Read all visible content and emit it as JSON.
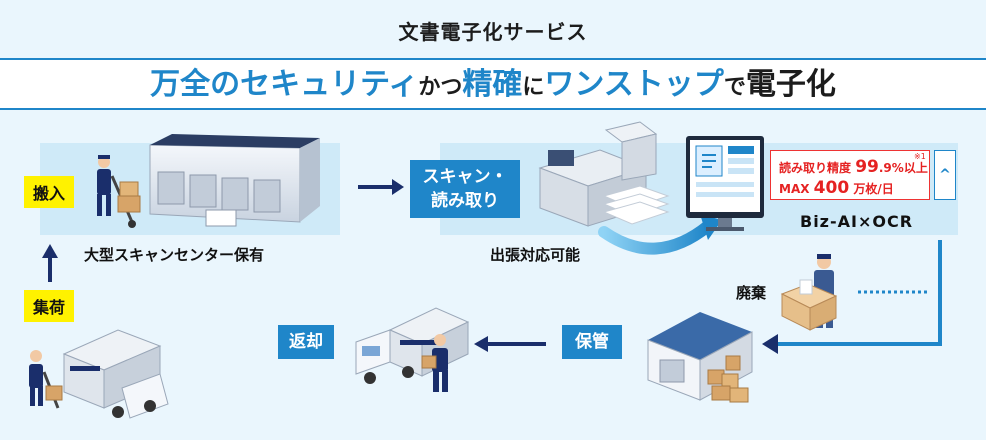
{
  "header": {
    "title": "文書電子化サービス"
  },
  "headline": {
    "part1": "万全のセキュリティ",
    "part2": "かつ",
    "part3": "精確",
    "part4": "に",
    "part5": "ワンストップ",
    "part6": "で",
    "part7": "電子化"
  },
  "steps": {
    "carry_in": "搬入",
    "scan_line1": "スキャン・",
    "scan_line2": "読み取り",
    "collection": "集荷",
    "return": "返却",
    "storage": "保管",
    "disposal": "廃棄"
  },
  "captions": {
    "scan_center": "大型スキャンセンター保有",
    "onsite": "出張対応可能"
  },
  "ocr_info": {
    "accuracy_label": "読み取り精度",
    "accuracy_value": "99",
    "accuracy_decimal": ".9%",
    "accuracy_suffix": "以上",
    "note_mark": "※1",
    "max_label": "MAX",
    "max_value": "400",
    "max_unit": "万枚/日",
    "chevron_glyph": "^",
    "logo": "Biz-AI×OCR"
  },
  "colors": {
    "accent_blue": "#1f86c9",
    "navy": "#1a2e6b",
    "panel_light": "#cfeaf8",
    "highlight_yellow": "#fff200",
    "alert_red": "#e52222"
  }
}
